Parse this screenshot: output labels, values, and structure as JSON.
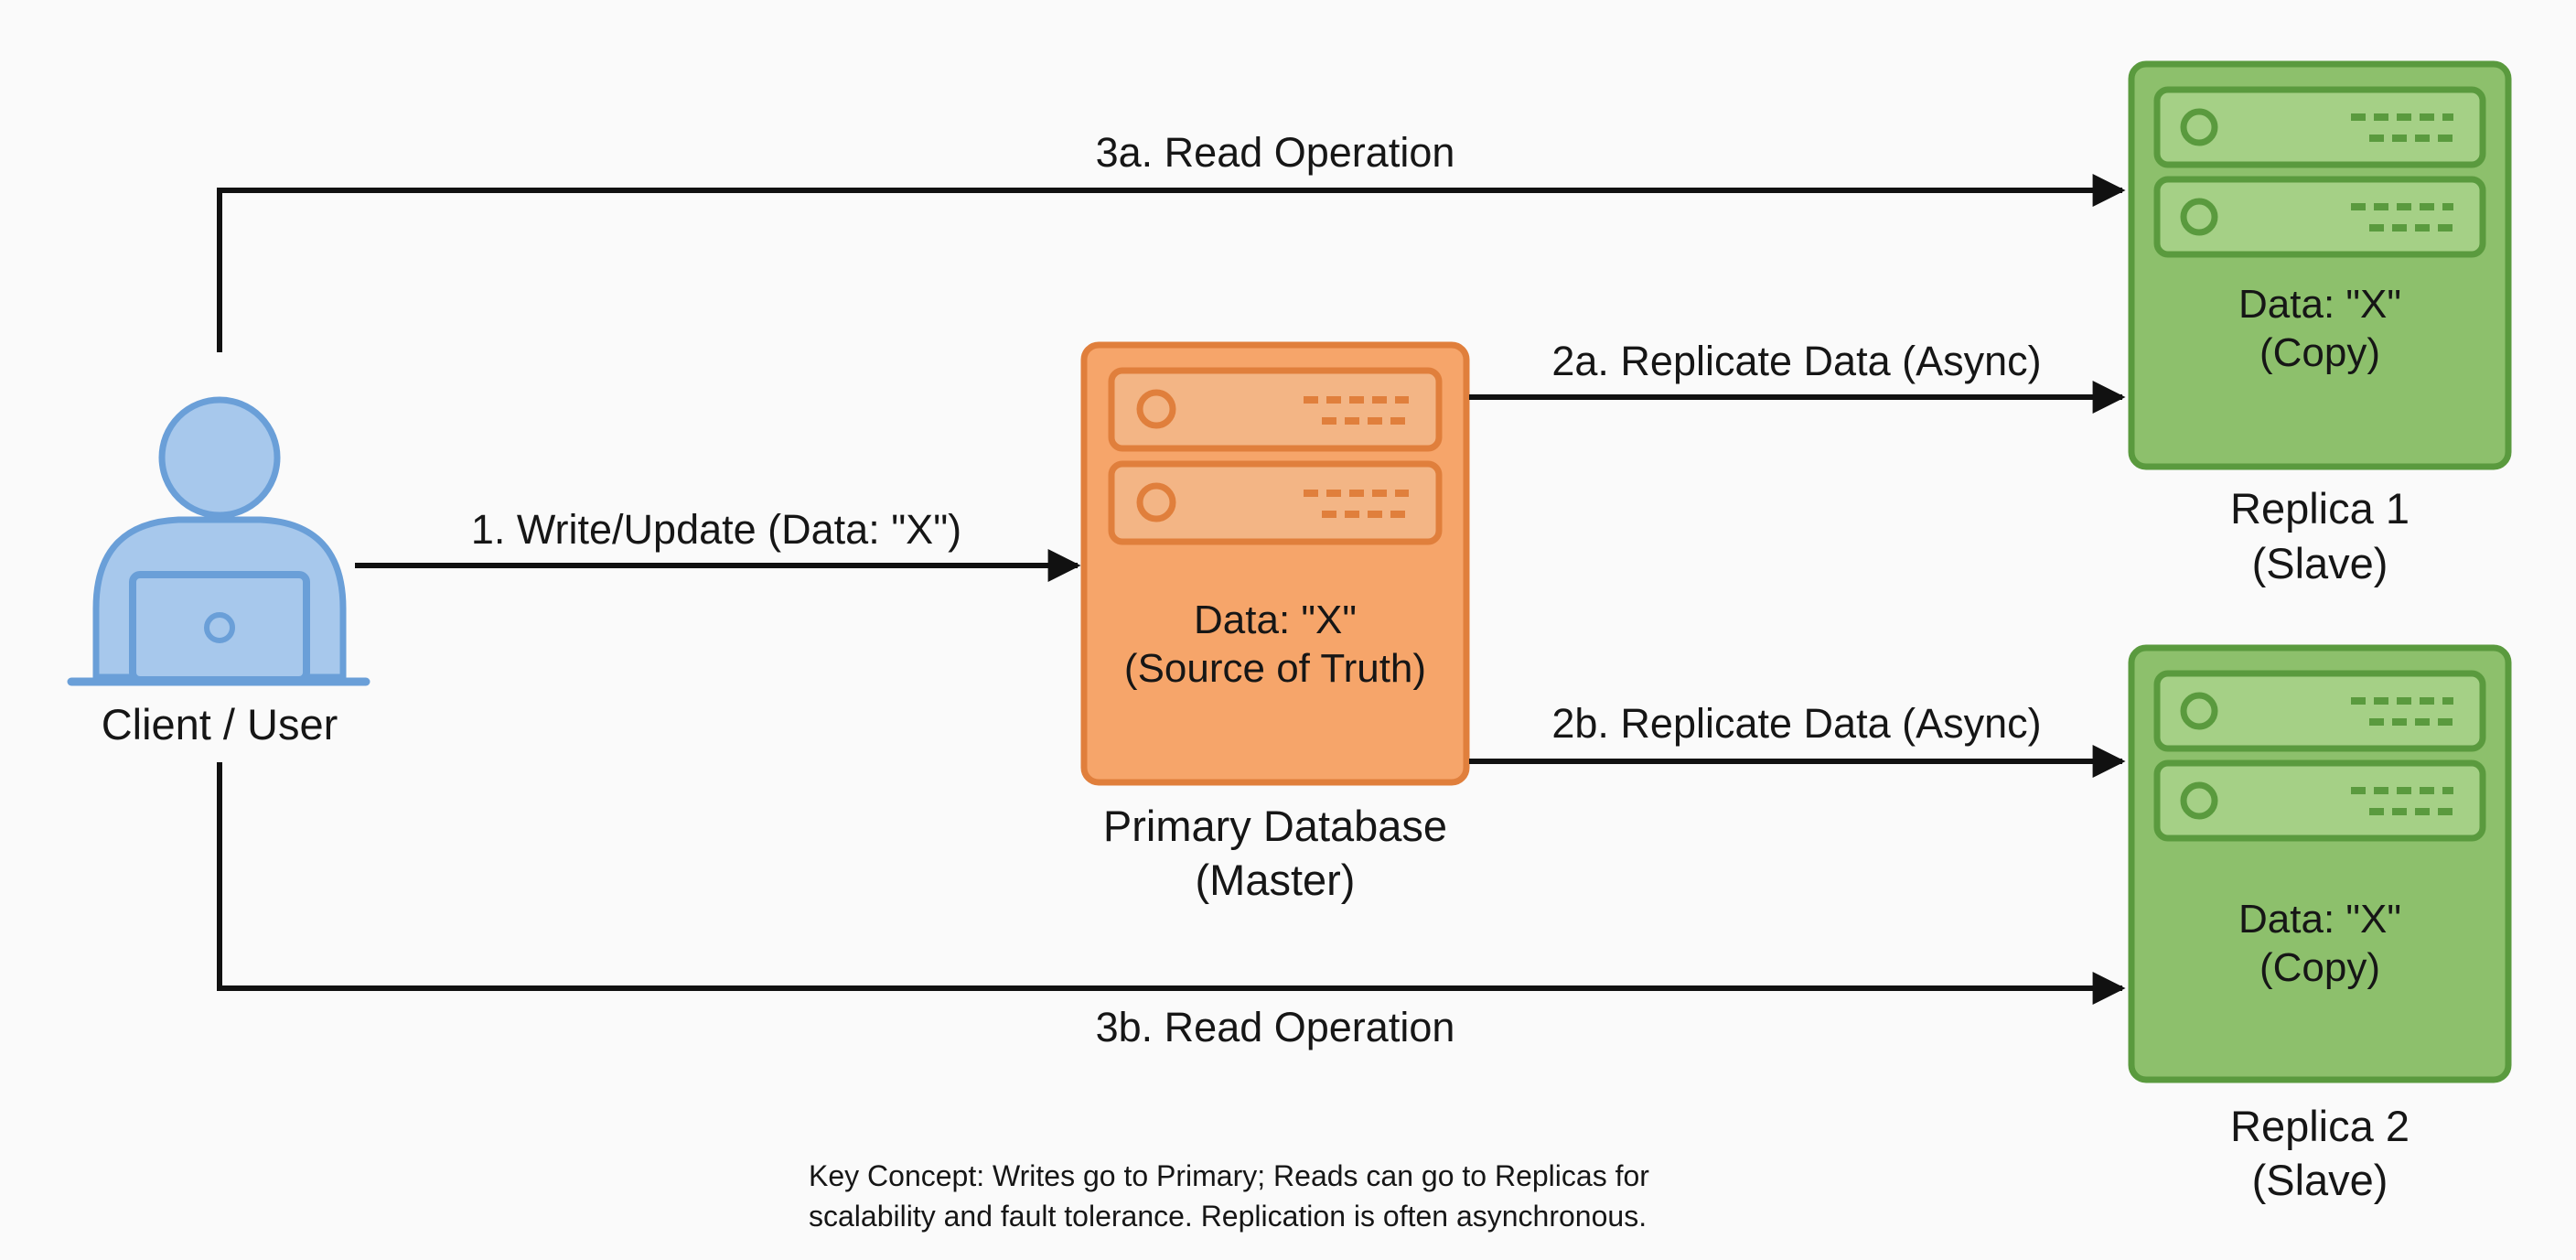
{
  "client": {
    "label": "Client / User",
    "icon": "user-laptop-icon"
  },
  "primary": {
    "title": "Primary Database",
    "role": "(Master)",
    "data": "Data: \"X\"",
    "note": "(Source of Truth)",
    "icon": "server-icon"
  },
  "replica1": {
    "title": "Replica 1",
    "role": "(Slave)",
    "data": "Data: \"X\"",
    "note": "(Copy)",
    "icon": "server-icon"
  },
  "replica2": {
    "title": "Replica 2",
    "role": "(Slave)",
    "data": "Data: \"X\"",
    "note": "(Copy)",
    "icon": "server-icon"
  },
  "arrows": {
    "write": "1. Write/Update (Data: \"X\")",
    "replicate_a": "2a. Replicate Data (Async)",
    "replicate_b": "2b. Replicate Data (Async)",
    "read_a": "3a. Read Operation",
    "read_b": "3b. Read Operation"
  },
  "key_concept": {
    "line1": "Key Concept: Writes go to Primary; Reads can go to Replicas for",
    "line2": "scalability and fault tolerance. Replication is often asynchronous."
  },
  "colors": {
    "client_fill": "#a7c8ec",
    "client_stroke": "#6a9fd8",
    "primary_fill": "#f6a56a",
    "primary_stroke": "#e07f3c",
    "primary_slot": "#f3b585",
    "replica_fill": "#8dc06c",
    "replica_stroke": "#5a9a3e",
    "replica_slot": "#a5d086",
    "arrow": "#111111"
  }
}
